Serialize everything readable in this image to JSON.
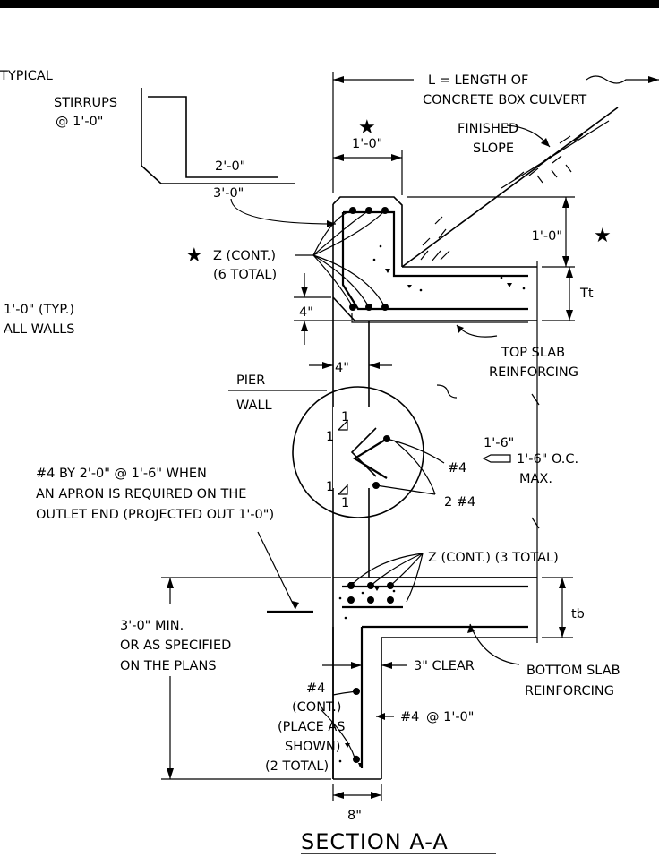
{
  "labels": {
    "typical": "TYPICAL",
    "stirrups": "STIRRUPS",
    "stirrups_spacing": "@ 1'-0\"",
    "stirrup_leg": "2'-0\"",
    "stirrup_length": "3'-0\"",
    "length_def_1": "L = LENGTH OF",
    "length_def_2": "CONCRETE BOX CULVERT",
    "star": "★",
    "wall_top_width": "1'-0\"",
    "finished_slope_1": "FINISHED",
    "finished_slope_2": "SLOPE",
    "z_cont": "Z (CONT.)",
    "z_total": "(6 TOTAL)",
    "top_dim": "1'-0\"",
    "tt": "Tt",
    "typ_walls_1": "1'-0\" (TYP.)",
    "typ_walls_2": "ALL WALLS",
    "chamfer_dim": "4\"",
    "wall_dim": "4\"",
    "top_slab_1": "TOP SLAB",
    "top_slab_2": "REINFORCING",
    "pier_1": "PIER",
    "pier_2": "WALL",
    "slope_1": "1",
    "slope_2": "1",
    "slope_3": "1",
    "slope_4": "1",
    "spacing_small": "1'-6\"",
    "spacing_oc": "1'-6\" O.C.",
    "spacing_max": "MAX.",
    "bar4": "#4",
    "bar_2_4": "2 #4",
    "apron_1": "#4 BY 2'-0\" @ 1'-6\" WHEN",
    "apron_2": "AN APRON IS REQUIRED ON THE",
    "apron_3": "OUTLET END (PROJECTED OUT 1'-0\")",
    "z_cont_3": "Z (CONT.) (3 TOTAL)",
    "tb": "tb",
    "min_1": "3'-0\" MIN.",
    "min_2": "OR AS SPECIFIED",
    "min_3": "ON THE PLANS",
    "clear": "3\" CLEAR",
    "bottom_slab_1": "BOTTOM SLAB",
    "bottom_slab_2": "REINFORCING",
    "cont_1": "#4",
    "cont_2": "(CONT.)",
    "cont_3": "(PLACE AS",
    "cont_4": "SHOWN)",
    "cont_5": "(2 TOTAL)",
    "bar4_at": "#4",
    "bar4_at_spacing": "@  1'-0\"",
    "bottom_width": "8\"",
    "section_title": "SECTION  A-A"
  }
}
